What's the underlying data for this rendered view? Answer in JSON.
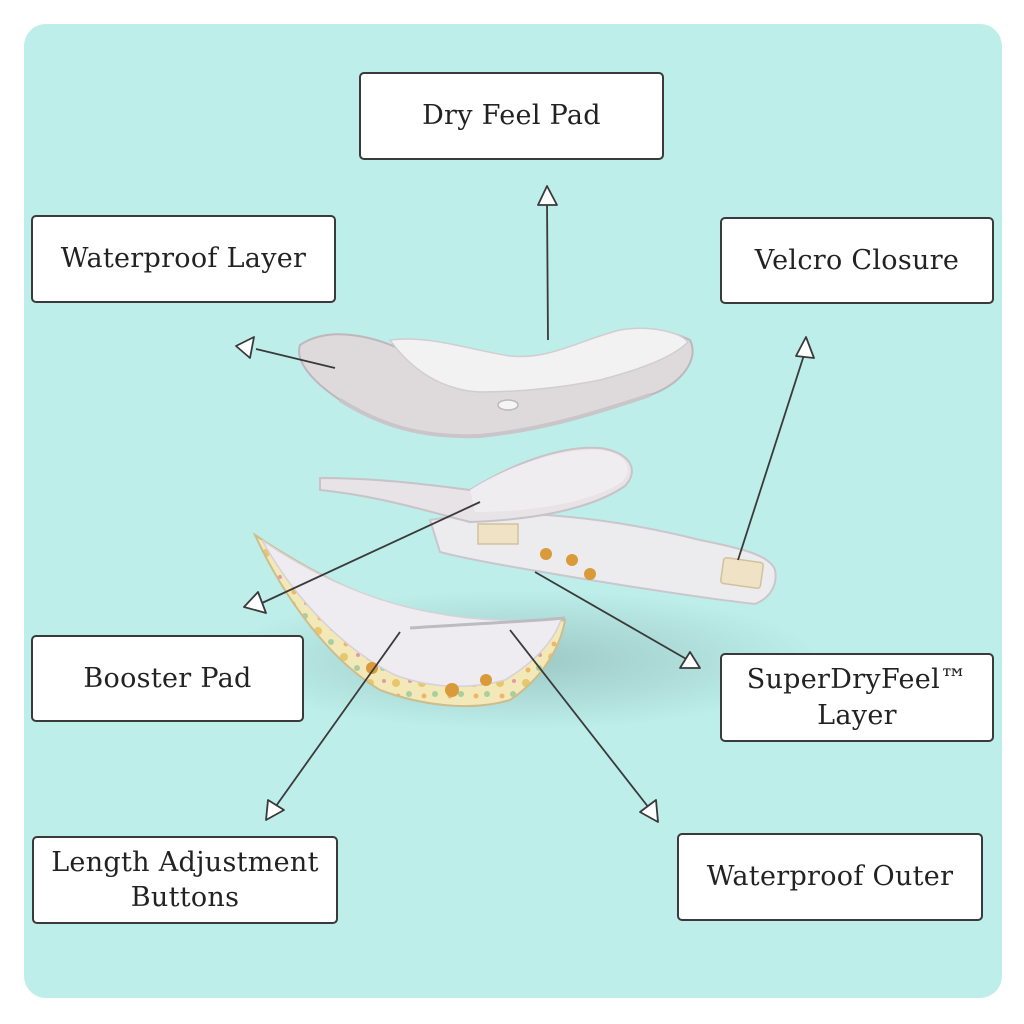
{
  "labels": {
    "dry_feel_pad": "Dry Feel Pad",
    "waterproof_layer": "Waterproof Layer",
    "velcro_closure": "Velcro Closure",
    "booster_pad": "Booster Pad",
    "superdryfeel_line1": "SuperDryFeel™",
    "superdryfeel_line2": "Layer",
    "length_adjustment_line1": "Length Adjustment",
    "length_adjustment_line2": "Buttons",
    "waterproof_outer": "Waterproof Outer"
  },
  "colors": {
    "background": "#bdeeea",
    "label_border": "#3a3a3a",
    "leader_line": "#3a3a3a",
    "insert": "#e9e5e7",
    "diaper_print": "#f3e7b4",
    "snap_buttons": "#d99a3a"
  },
  "illustration": {
    "subject": "diaper-exploded-view",
    "parts": [
      "dry-feel-pad-insert",
      "booster-pad",
      "diaper-shell"
    ]
  }
}
